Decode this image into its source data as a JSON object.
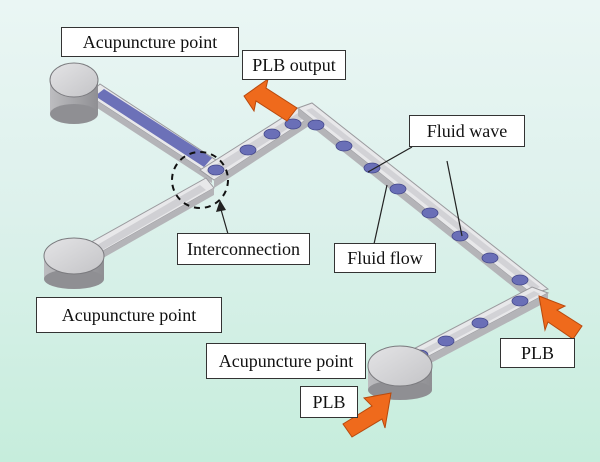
{
  "labels": {
    "acupuncture_top": "Acupuncture point",
    "plb_output": "PLB output",
    "fluid_wave": "Fluid wave",
    "interconnection": "Interconnection",
    "fluid_flow": "Fluid flow",
    "acupuncture_left": "Acupuncture point",
    "acupuncture_bottom": "Acupuncture point",
    "plb_right": "PLB",
    "plb_bottom": "PLB"
  },
  "colors": {
    "channel_top": "#e6e6e8",
    "channel_side": "#b9b9bc",
    "channel_inner": "#cfcfd2",
    "fluid": "#6a6fb7",
    "fluid_dark": "#4b4f92",
    "arrow": "#ef6a1c",
    "reservoir_top": "#d6d6d8",
    "reservoir_side": "#a8a8ab"
  }
}
